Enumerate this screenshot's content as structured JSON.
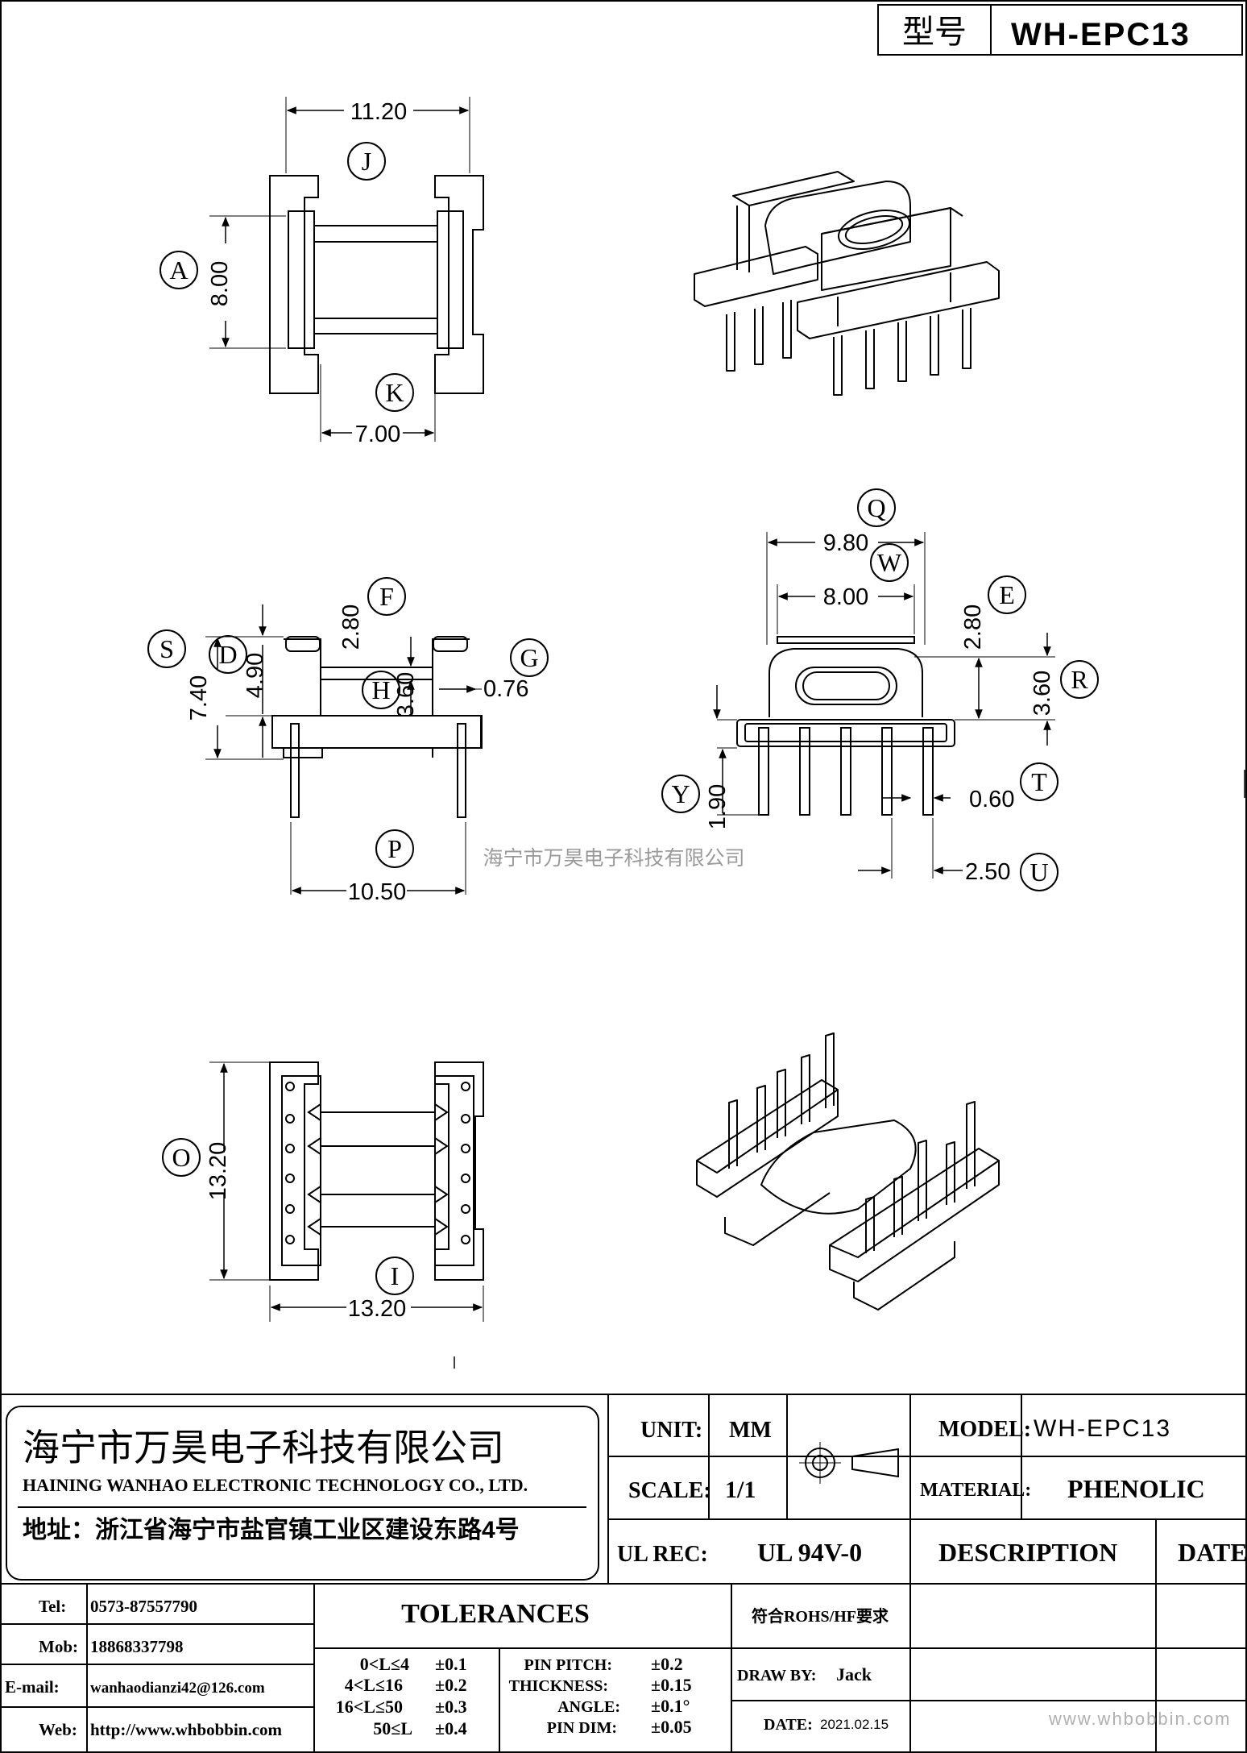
{
  "header": {
    "model_label": "型号",
    "model_value": "WH-EPC13"
  },
  "dims": {
    "v1_width": "11.20",
    "v1_height": "8.00",
    "v1_bottom": "7.00",
    "v2_280": "2.80",
    "v2_490": "4.90",
    "v2_740": "7.40",
    "v2_360": "3.60",
    "v2_076": "0.76",
    "v2_1050": "10.50",
    "v3_980": "9.80",
    "v3_800": "8.00",
    "v3_280": "2.80",
    "v3_360": "3.60",
    "v3_190": "1.90",
    "v3_060": "0.60",
    "v3_250": "2.50",
    "v4_1320_v": "13.20",
    "v4_1320_h": "13.20"
  },
  "labels": {
    "A": "A",
    "J": "J",
    "K": "K",
    "F": "F",
    "S": "S",
    "D": "D",
    "G": "G",
    "H": "H",
    "P": "P",
    "Q": "Q",
    "W": "W",
    "E": "E",
    "R": "R",
    "Y": "Y",
    "T": "T",
    "U": "U",
    "O": "O",
    "I": "I"
  },
  "watermark": "海宁市万昊电子科技有限公司",
  "title_block": {
    "company_cn": "海宁市万昊电子科技有限公司",
    "company_en": "HAINING WANHAO ELECTRONIC TECHNOLOGY CO., LTD.",
    "address": "地址：浙江省海宁市盐官镇工业区建设东路4号",
    "unit_label": "UNIT:",
    "unit_value": "MM",
    "scale_label": "SCALE:",
    "scale_value": "1/1",
    "ul_label": "UL REC:",
    "ul_value": "UL 94V-0",
    "model_label": "MODEL:",
    "model_value": "WH-EPC13",
    "material_label": "MATERIAL:",
    "material_value": "PHENOLIC",
    "description_label": "DESCRIPTION",
    "date_col_label": "DATE",
    "tel_label": "Tel:",
    "tel_value": "0573-87557790",
    "mob_label": "Mob:",
    "mob_value": "18868337798",
    "email_label": "E-mail:",
    "email_value": "wanhaodianzi42@126.com",
    "web_label": "Web:",
    "web_value": "http://www.whbobbin.com",
    "tolerances_label": "TOLERANCES",
    "tol": [
      {
        "range": "0<L≤4",
        "value": "±0.1"
      },
      {
        "range": "4<L≤16",
        "value": "±0.2"
      },
      {
        "range": "16<L≤50",
        "value": "±0.3"
      },
      {
        "range": "50≤L",
        "value": "±0.4"
      }
    ],
    "pin": [
      {
        "label": "PIN PITCH:",
        "value": "±0.2"
      },
      {
        "label": "THICKNESS:",
        "value": "±0.15"
      },
      {
        "label": "ANGLE:",
        "value": "±0.1°"
      },
      {
        "label": "PIN DIM:",
        "value": "±0.05"
      }
    ],
    "rohs": "符合ROHS/HF要求",
    "draw_by_label": "DRAW BY:",
    "draw_by_value": "Jack",
    "date_label": "DATE:",
    "date_value": "2021.02.15",
    "site_watermark": "www.whbobbin.com"
  }
}
